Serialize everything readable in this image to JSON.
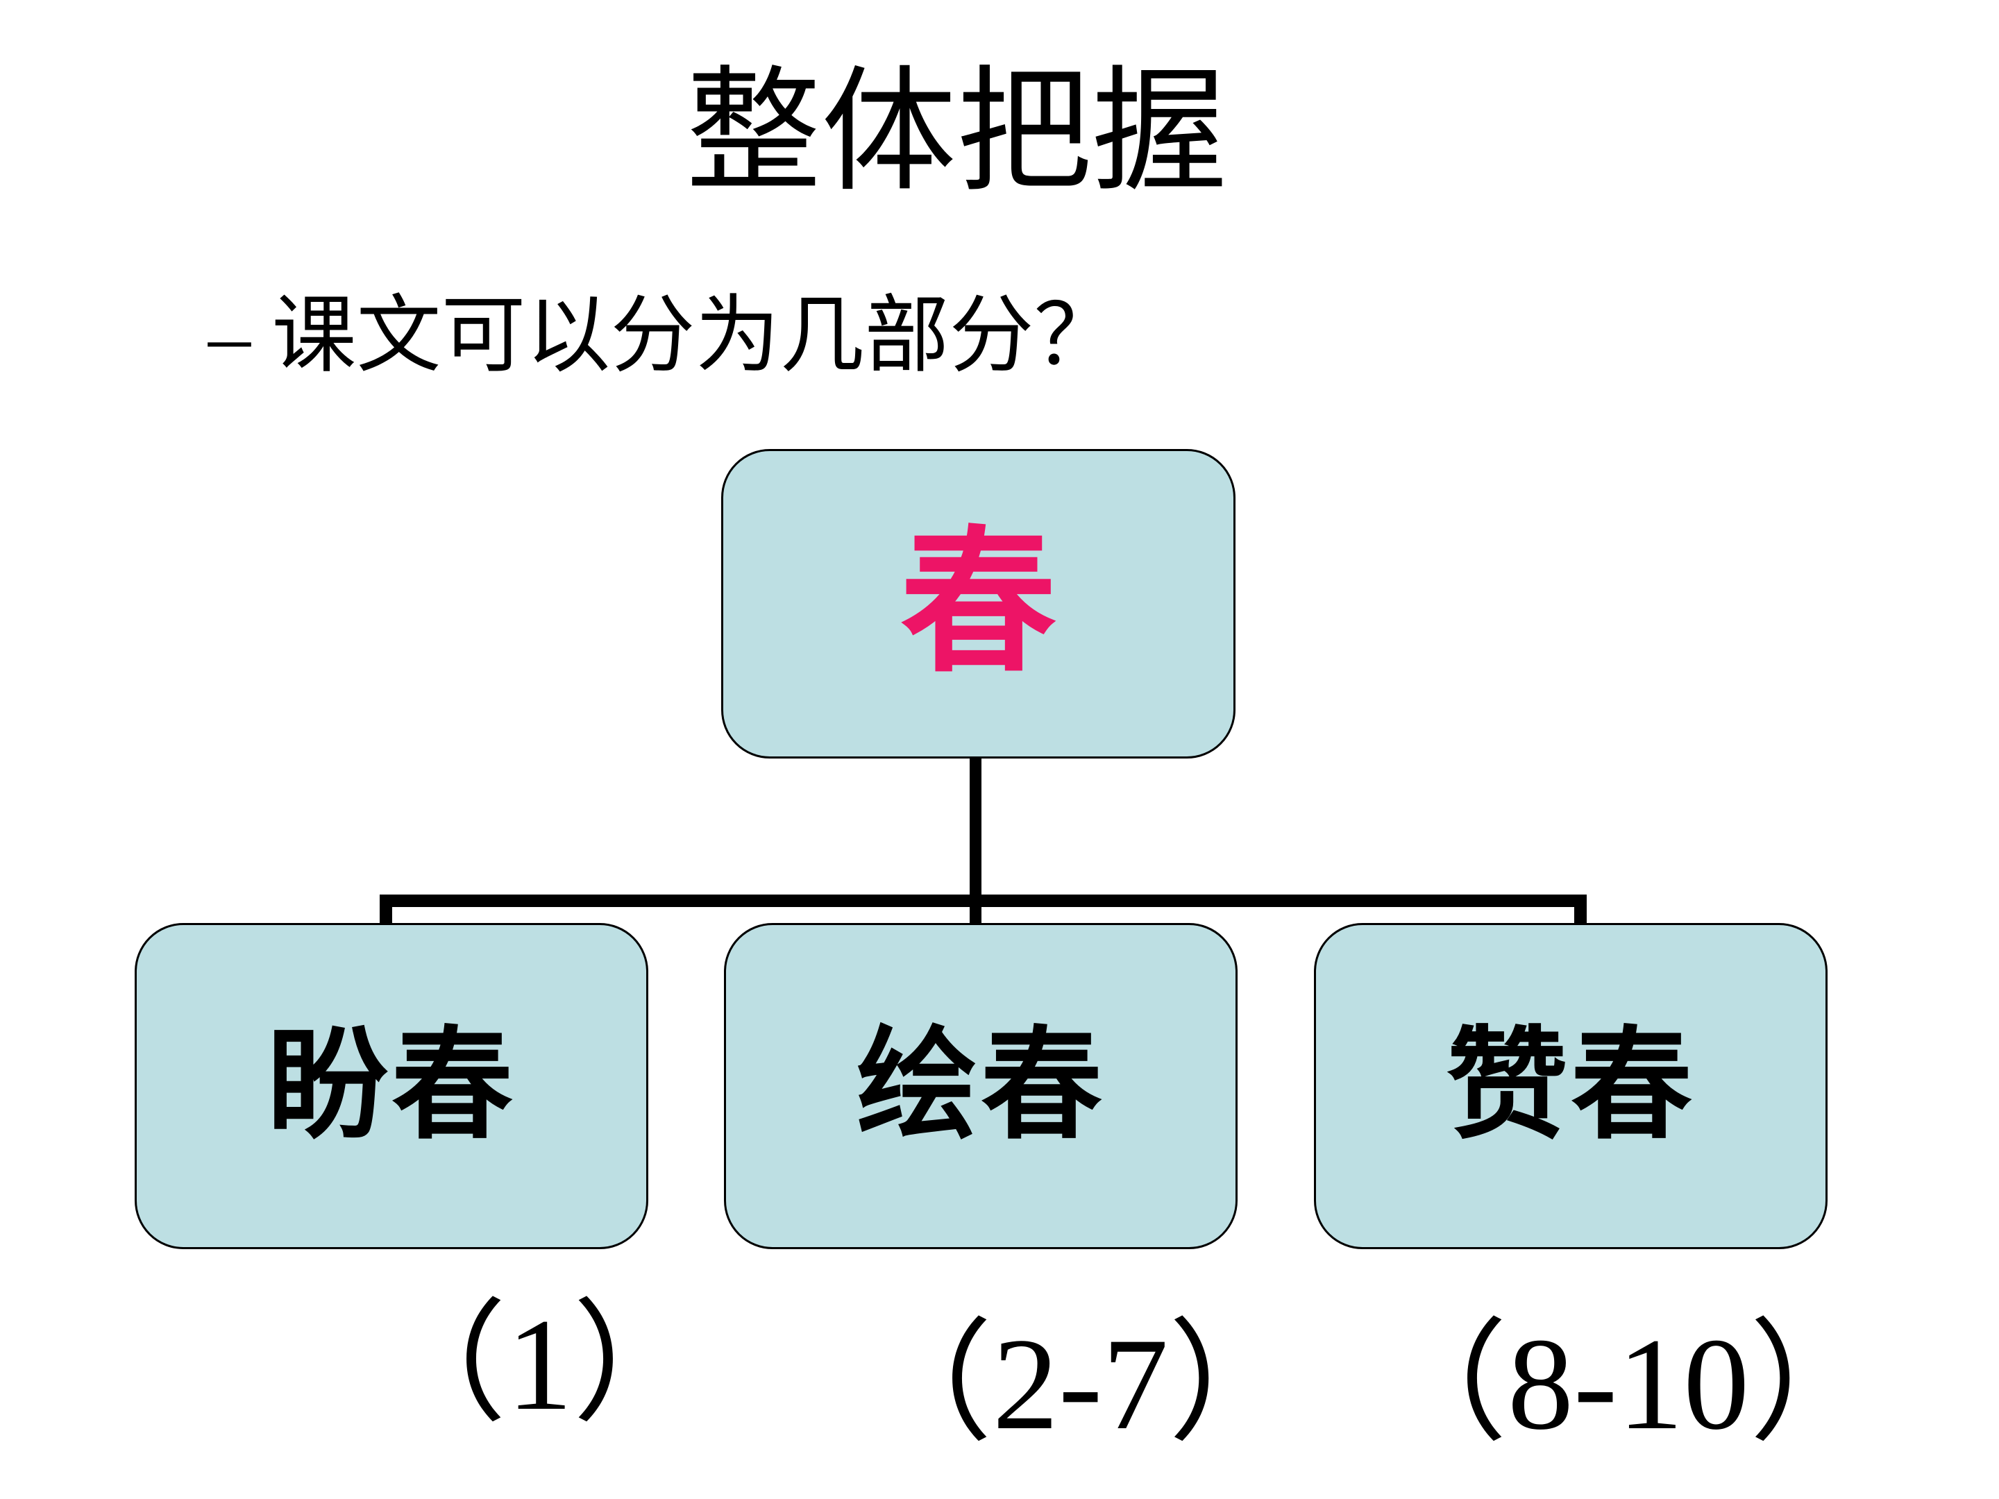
{
  "slide": {
    "title": "整体把握",
    "bullet": "– 课文可以分为几部分？",
    "tree": {
      "root": {
        "label": "春"
      },
      "children": [
        {
          "label": "盼春",
          "range": "（1）"
        },
        {
          "label": "绘春",
          "range": "（2-7）"
        },
        {
          "label": "赞春",
          "range": "（8-10）"
        }
      ]
    },
    "colors": {
      "background": "#ffffff",
      "box_fill": "#bddfe3",
      "box_border": "#000000",
      "connector": "#000000",
      "root_label": "#ed1466",
      "text": "#000000"
    }
  }
}
